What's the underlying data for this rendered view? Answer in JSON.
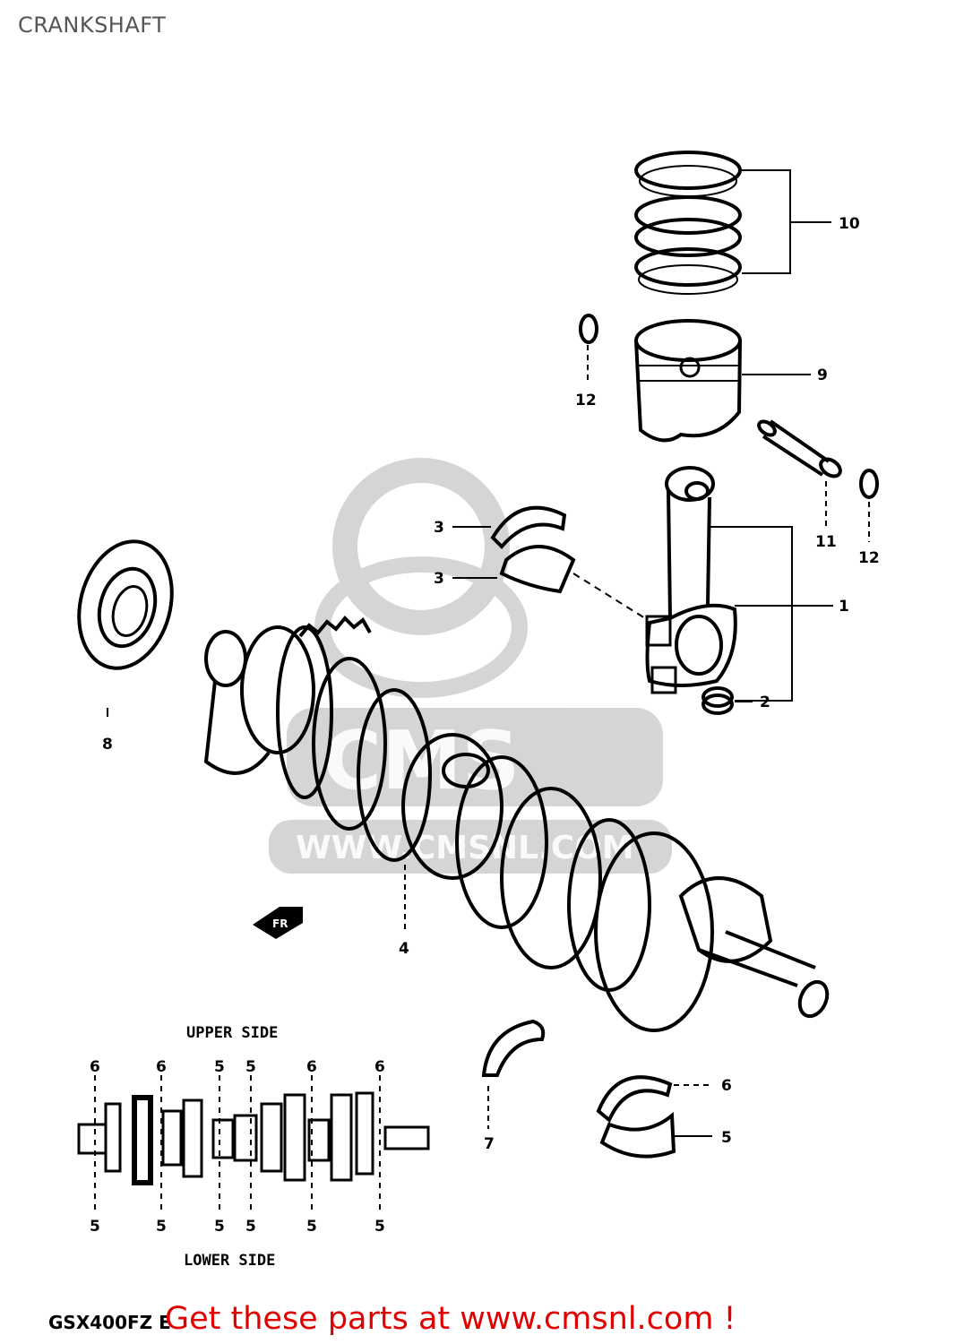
{
  "page": {
    "title": "CRANKSHAFT"
  },
  "diagram": {
    "callouts": {
      "c1": "1",
      "c2": "2",
      "c3a": "3",
      "c3b": "3",
      "c4": "4",
      "c7": "7",
      "c8": "8",
      "c9": "9",
      "c10": "10",
      "c11": "11",
      "c12a": "12",
      "c12b": "12",
      "c6r": "6",
      "c5r": "5"
    },
    "bottom_schematic": {
      "upper_label": "UPPER SIDE",
      "lower_label": "LOWER SIDE",
      "upper_callouts": [
        "6",
        "6",
        "5",
        "5",
        "6",
        "6"
      ],
      "lower_callouts": [
        "5",
        "5",
        "5",
        "5",
        "5",
        "5"
      ]
    },
    "fr_badge": "FR",
    "watermark": {
      "text": "CMS",
      "url": "WWW.CMSNL.COM"
    }
  },
  "footer": {
    "model_code": "GSX400FZ E",
    "cta": "Get these parts at www.cmsnl.com !"
  }
}
